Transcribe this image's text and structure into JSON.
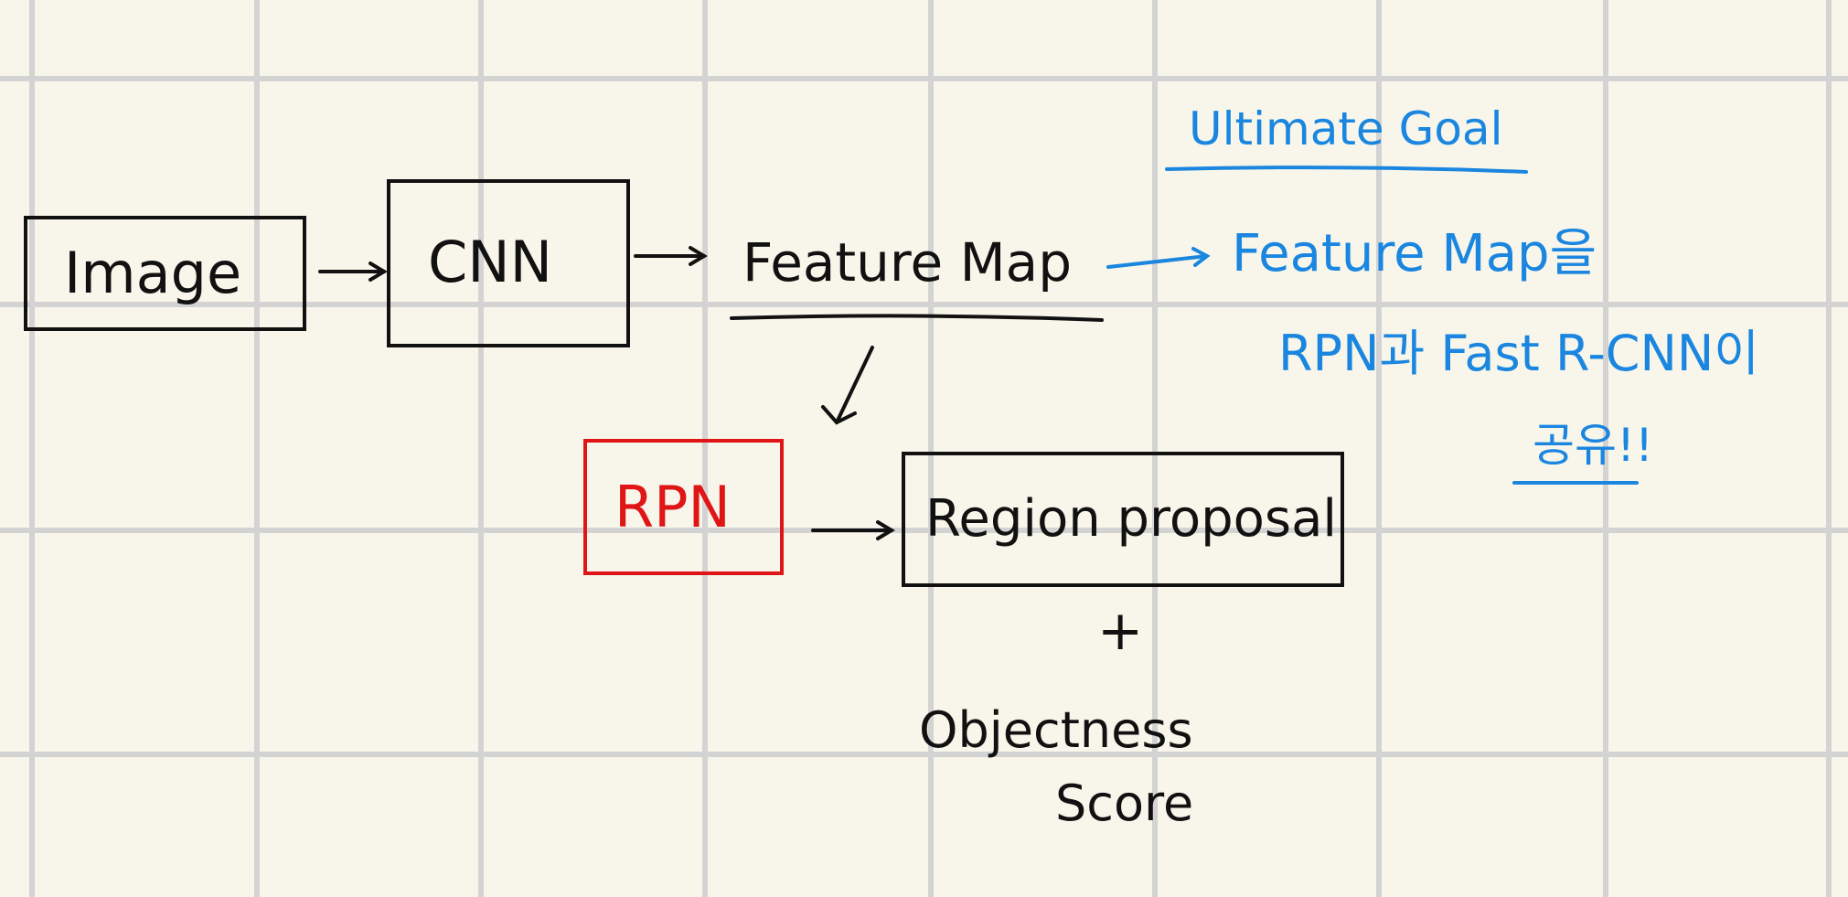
{
  "diagram": {
    "nodes": {
      "image": "Image",
      "cnn": "CNN",
      "feature_map": "Feature Map",
      "rpn": "RPN",
      "region_proposal": "Region proposal",
      "plus": "+",
      "objectness": "Objectness",
      "score": "Score"
    },
    "note": {
      "title": "Ultimate Goal",
      "line1": "Feature Map을",
      "line2": "RPN과 Fast R-CNN이",
      "line3": "공유!!"
    }
  },
  "colors": {
    "background": "#f8f6ea",
    "grid": "#d3d3d3",
    "ink": "#111111",
    "note": "#1a86e0",
    "rpn": "#e01515"
  }
}
